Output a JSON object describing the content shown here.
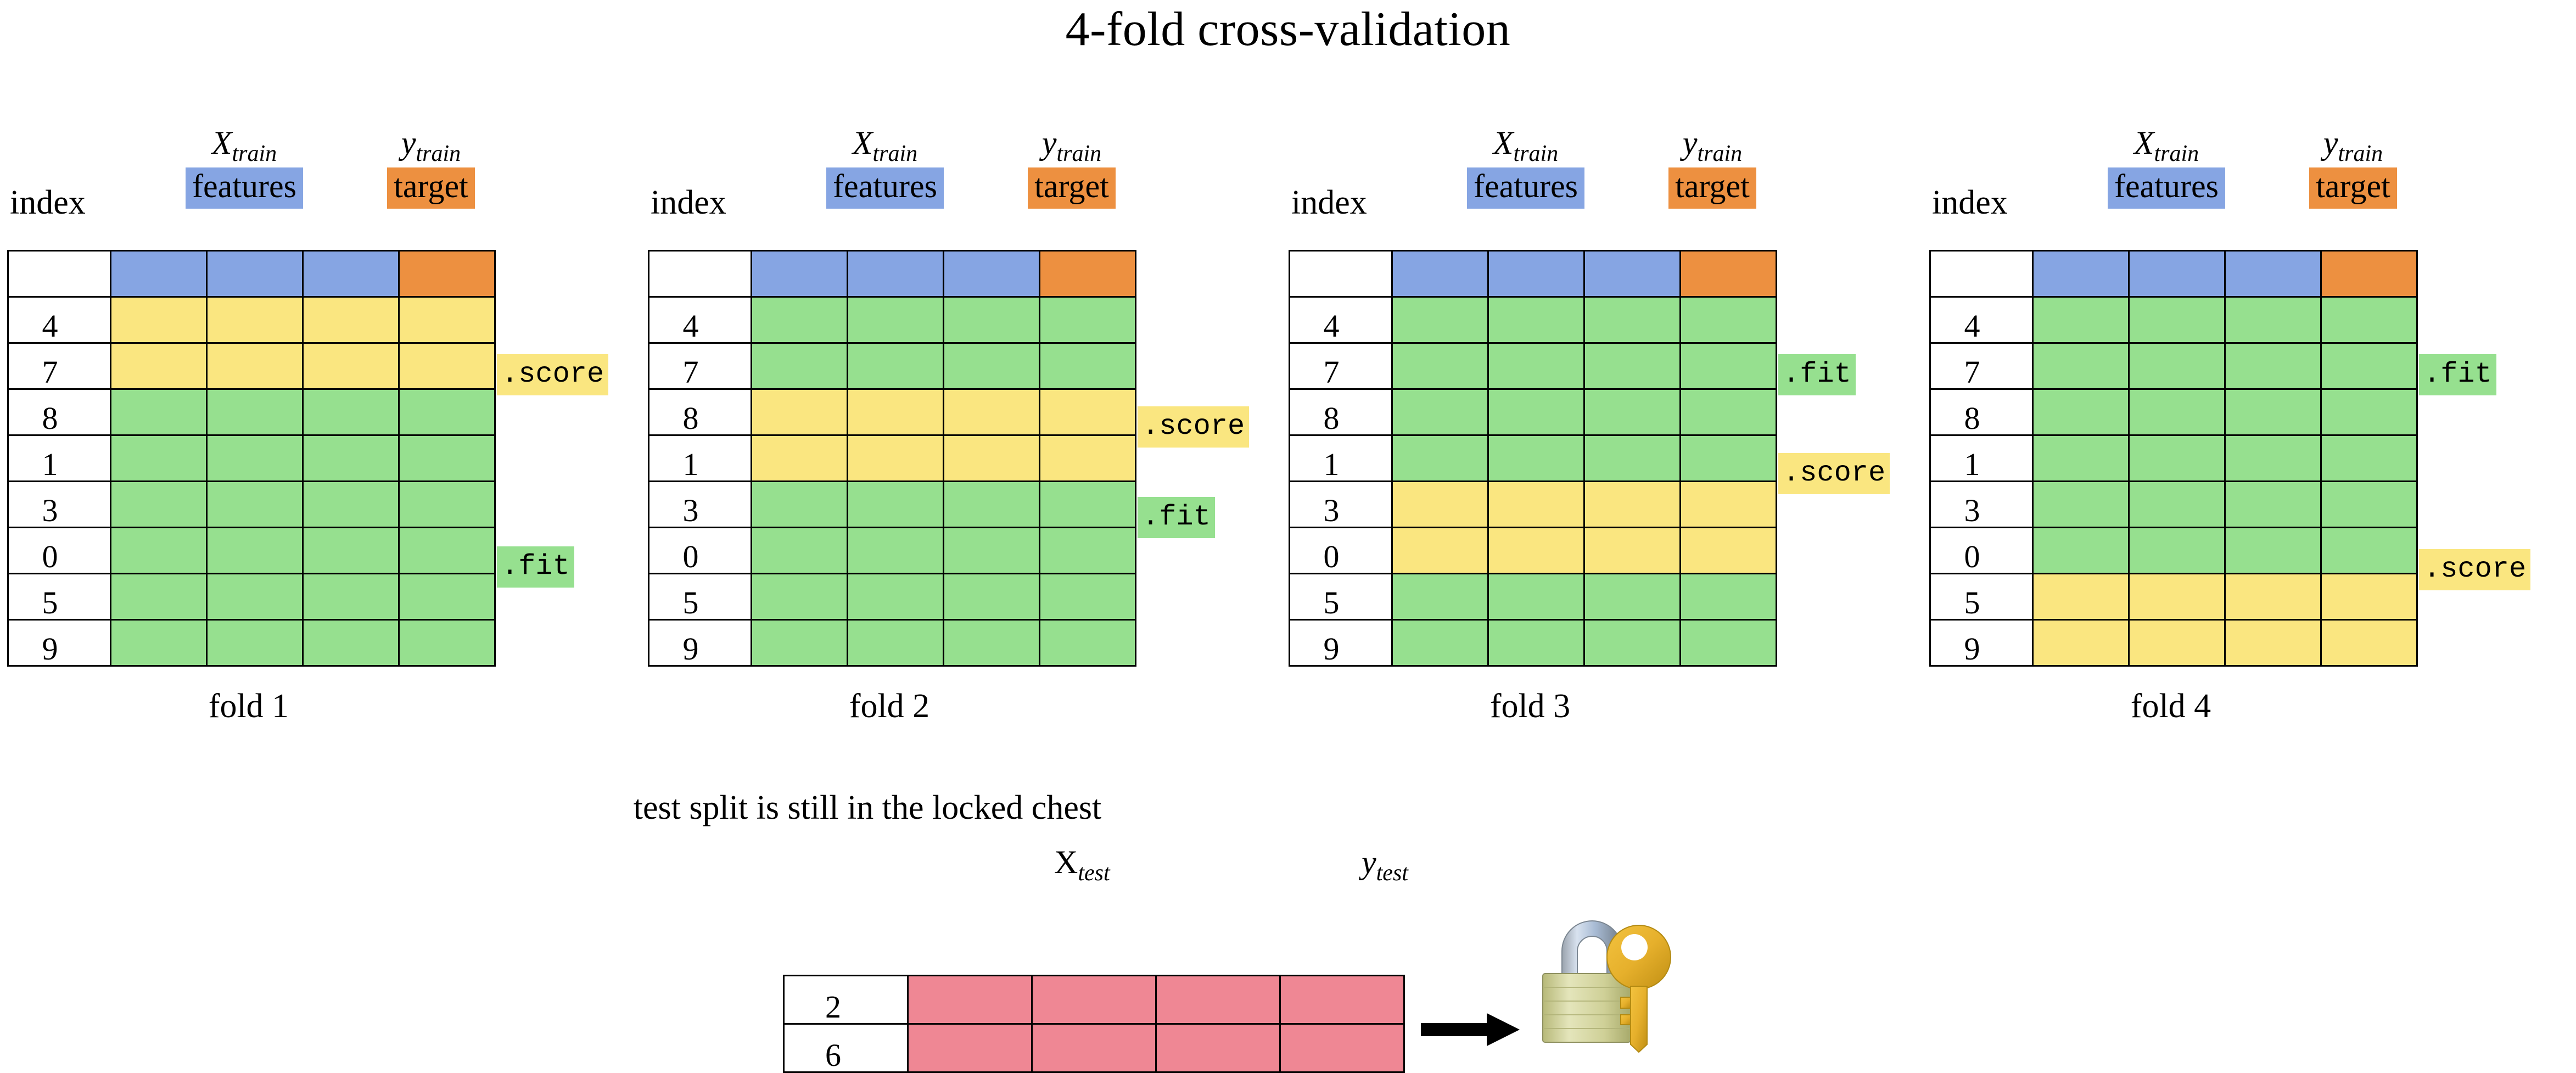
{
  "title": "4-fold cross-validation",
  "colors": {
    "features": "#86a5e3",
    "target": "#ed9040",
    "score": "#fae680",
    "fit": "#96e08f",
    "test": "#ef8794",
    "border": "#000000",
    "background": "#ffffff"
  },
  "legend": {
    "index_label": "index",
    "x_train_var": "X",
    "x_train_sub": "train",
    "y_train_var": "y",
    "y_train_sub": "train",
    "features_badge": "features",
    "target_badge": "target"
  },
  "annotations": {
    "fit": ".fit",
    "score": ".score"
  },
  "index_values": [
    "4",
    "7",
    "8",
    "1",
    "3",
    "0",
    "5",
    "9"
  ],
  "folds": [
    {
      "caption": "fold 1",
      "row_roles": [
        "score",
        "score",
        "fit",
        "fit",
        "fit",
        "fit",
        "fit",
        "fit"
      ],
      "score_label": ".score",
      "fit_label": ".fit"
    },
    {
      "caption": "fold 2",
      "row_roles": [
        "fit",
        "fit",
        "score",
        "score",
        "fit",
        "fit",
        "fit",
        "fit"
      ],
      "score_label": ".score",
      "fit_label": ".fit"
    },
    {
      "caption": "fold 3",
      "row_roles": [
        "fit",
        "fit",
        "fit",
        "fit",
        "score",
        "score",
        "fit",
        "fit"
      ],
      "score_label": ".score",
      "fit_label": ".fit"
    },
    {
      "caption": "fold 4",
      "row_roles": [
        "fit",
        "fit",
        "fit",
        "fit",
        "fit",
        "fit",
        "score",
        "score"
      ],
      "score_label": ".score",
      "fit_label": ".fit"
    }
  ],
  "test_section": {
    "caption": "test split is still in the locked chest",
    "x_test_var": "X",
    "x_test_sub": "test",
    "y_test_var": "y",
    "y_test_sub": "test",
    "index_values": [
      "2",
      "6"
    ],
    "arrow_icon": "right-arrow-icon",
    "lock_icon": "padlock-with-key-icon"
  },
  "chart_data": {
    "type": "table",
    "title": "4-fold cross-validation",
    "description": "Diagram of 4-fold cross-validation over a training set of 8 samples with indices 4, 7, 8, 1, 3, 0, 5, 9. Each fold uses 2 rows as the validation split (.score, yellow) and 6 rows for training (.fit, green). A separate held-out test split with indices 2 and 6 is shown in pink and is locked away.",
    "index_order": [
      "4",
      "7",
      "8",
      "1",
      "3",
      "0",
      "5",
      "9"
    ],
    "n_feature_columns": 3,
    "n_target_columns": 1,
    "folds": [
      {
        "name": "fold 1",
        "validation_indices": [
          "4",
          "7"
        ],
        "train_indices": [
          "8",
          "1",
          "3",
          "0",
          "5",
          "9"
        ]
      },
      {
        "name": "fold 2",
        "validation_indices": [
          "8",
          "1"
        ],
        "train_indices": [
          "4",
          "7",
          "3",
          "0",
          "5",
          "9"
        ]
      },
      {
        "name": "fold 3",
        "validation_indices": [
          "3",
          "0"
        ],
        "train_indices": [
          "4",
          "7",
          "8",
          "1",
          "5",
          "9"
        ]
      },
      {
        "name": "fold 4",
        "validation_indices": [
          "5",
          "9"
        ],
        "train_indices": [
          "4",
          "7",
          "8",
          "1",
          "3",
          "0"
        ]
      }
    ],
    "test_indices": [
      "2",
      "6"
    ]
  }
}
